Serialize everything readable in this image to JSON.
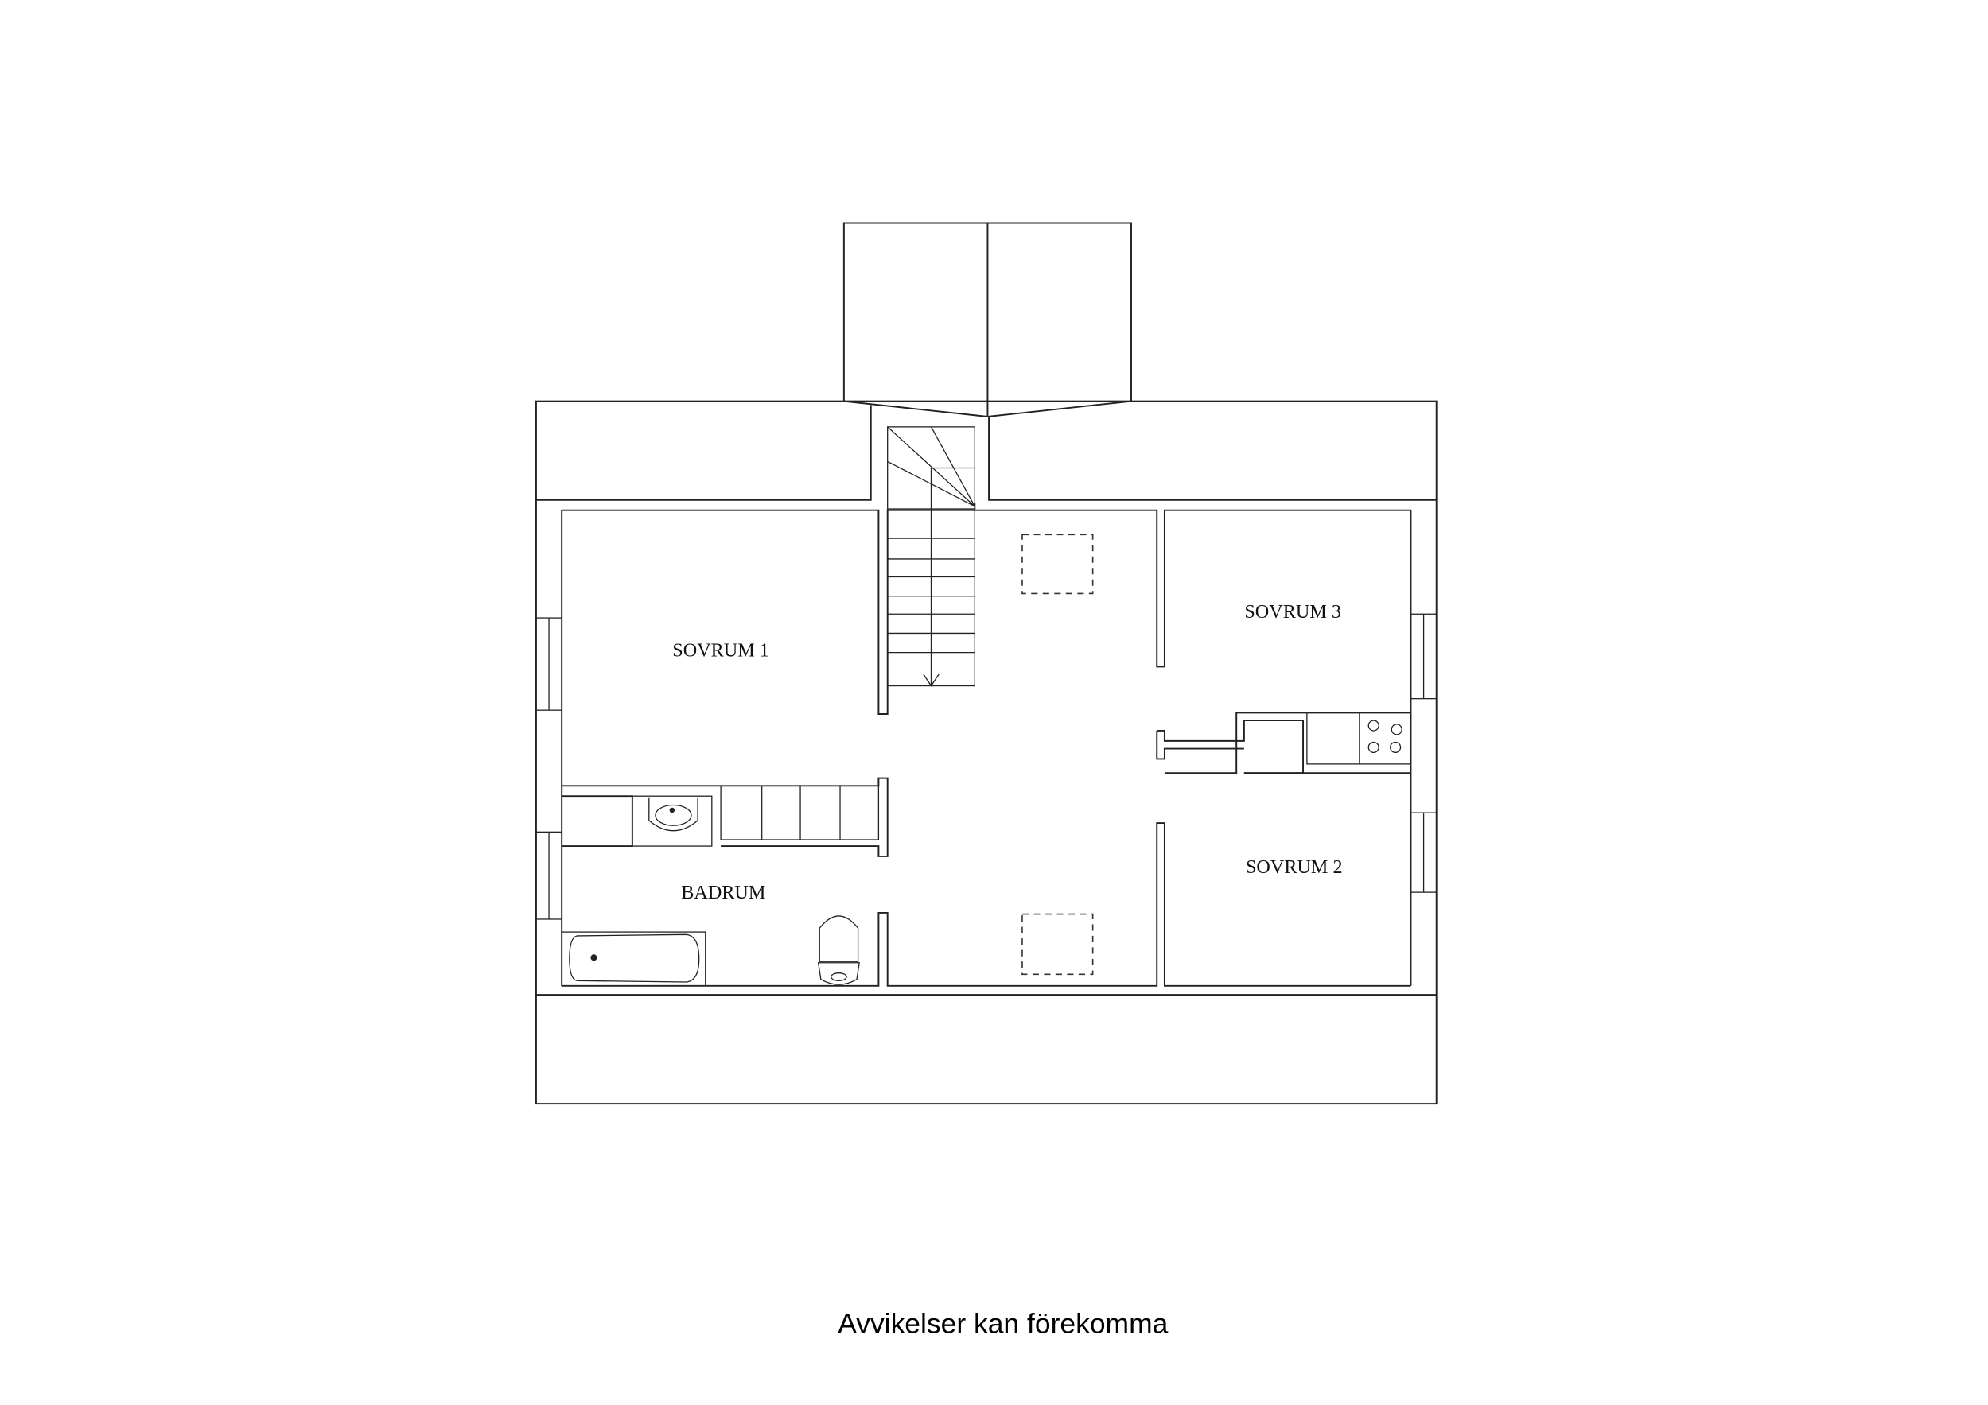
{
  "rooms": {
    "sovrum1": "SOVRUM 1",
    "sovrum2": "SOVRUM 2",
    "sovrum3": "SOVRUM 3",
    "badrum": "BADRUM"
  },
  "footer": "Avvikelser kan förekomma",
  "line_color": "#222222"
}
